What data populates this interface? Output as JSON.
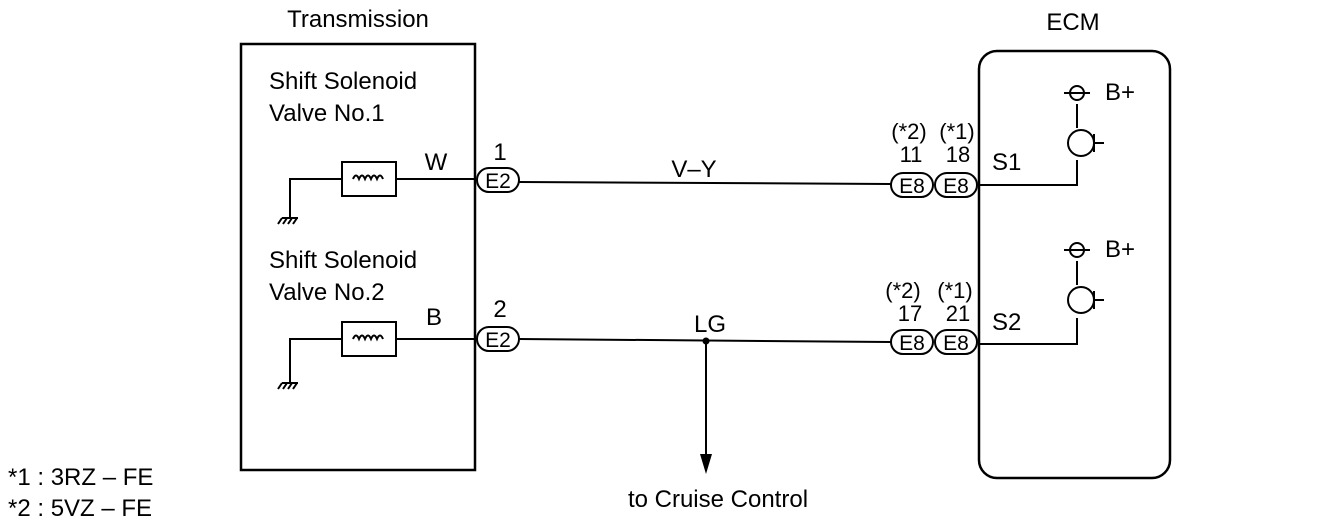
{
  "transmission": {
    "title": "Transmission",
    "solenoid1": {
      "label_line1": "Shift Solenoid",
      "label_line2": "Valve No.1",
      "wire_color": "W"
    },
    "solenoid2": {
      "label_line1": "Shift Solenoid",
      "label_line2": "Valve No.2",
      "wire_color": "B"
    }
  },
  "ecm": {
    "title": "ECM",
    "supply1": "B+",
    "supply2": "B+",
    "terminal1": "S1",
    "terminal2": "S2"
  },
  "circuit1": {
    "pin_left": "1",
    "connector_left": "E2",
    "wire_color": "V–Y",
    "note_a": "(*2)",
    "note_b": "(*1)",
    "pin_a": "11",
    "pin_b": "18",
    "connector_a": "E8",
    "connector_b": "E8"
  },
  "circuit2": {
    "pin_left": "2",
    "connector_left": "E2",
    "wire_color": "LG",
    "note_a": "(*2)",
    "note_b": "(*1)",
    "pin_a": "17",
    "pin_b": "21",
    "connector_a": "E8",
    "connector_b": "E8",
    "branch_label": "to Cruise Control"
  },
  "legend": {
    "note1": "*1 : 3RZ – FE",
    "note2": "*2 : 5VZ – FE"
  }
}
